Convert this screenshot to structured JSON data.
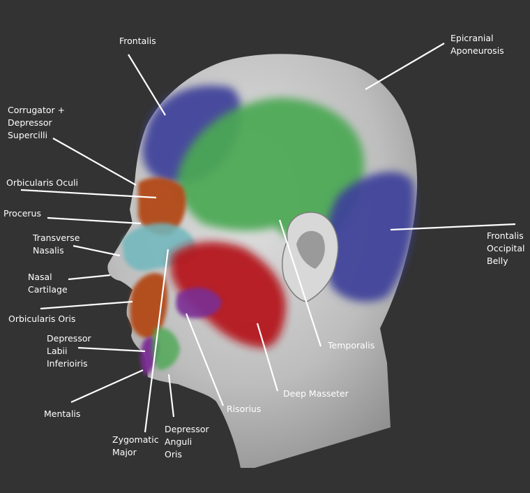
{
  "colors": {
    "background": "#333333",
    "skin": "#c9c9c9",
    "frontalis": "#3e3f99",
    "temporalis": "#4aa852",
    "masseter": "#b4141c",
    "orbicularis": "#b24818",
    "nasal": "#6fb7bd",
    "depressor": "#7a2b93",
    "leader_line": "#ffffff",
    "label_text": "#ffffff"
  },
  "labels": {
    "frontalis": "Frontalis",
    "epicranial": "Epicranial\nAponeurosis",
    "corrugator": "Corrugator +\nDepressor\nSupercilli",
    "orbicularis_oculi": "Orbicularis Oculi",
    "procerus": "Procerus",
    "transverse_nasalis": "Transverse\nNasalis",
    "nasal_cartilage": "Nasal\nCartilage",
    "orbicularis_oris": "Orbicularis Oris",
    "depressor_labii": "Depressor\nLabii\nInferioiris",
    "mentalis": "Mentalis",
    "zygomatic_major": "Zygomatic\nMajor",
    "depressor_anguli": "Depressor\nAnguli\nOris",
    "risorius": "Risorius",
    "deep_masseter": "Deep Masseter",
    "temporalis": "Temporalis",
    "frontalis_occipital": "Frontalis\nOccipital\nBelly"
  }
}
